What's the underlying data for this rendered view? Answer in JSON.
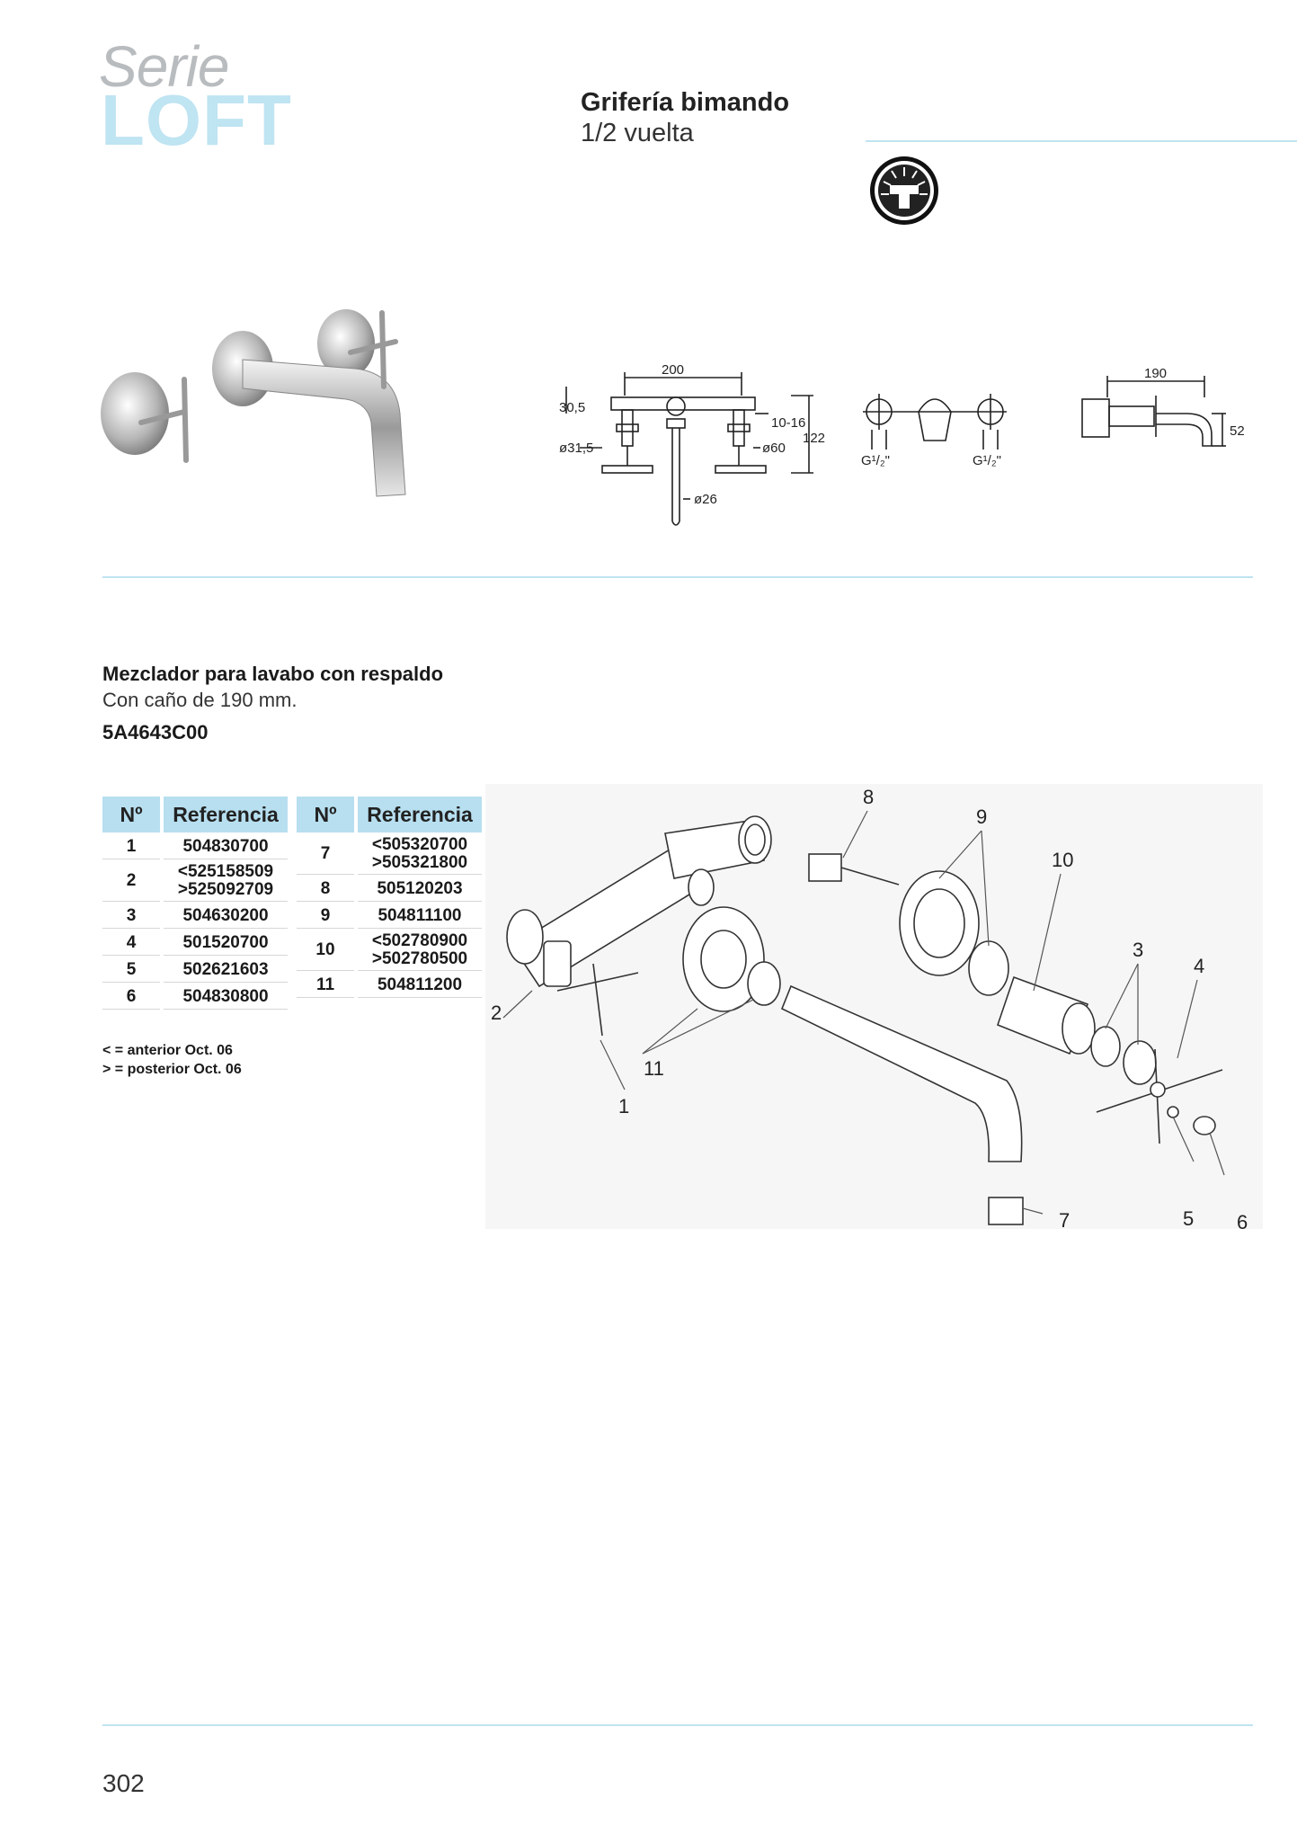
{
  "header": {
    "serie": "Serie",
    "brand": "LOFT",
    "title": "Grifería bimando",
    "subtitle": "1/2 vuelta"
  },
  "dimensions": {
    "d200": "200",
    "d30_5": "30,5",
    "d10_16": "10-16",
    "d122": "122",
    "d31_5": "ø31,5",
    "d60": "ø60",
    "d26": "ø26",
    "g1": "G¹/₂\"",
    "g2": "G¹/₂\"",
    "d190": "190",
    "d52": "52"
  },
  "product": {
    "title": "Mezclador para lavabo con respaldo",
    "subtitle": "Con caño de 190 mm.",
    "code": "5A4643C00"
  },
  "table": {
    "headers": {
      "n1": "Nº",
      "ref1": "Referencia",
      "n2": "Nº",
      "ref2": "Referencia"
    },
    "left": [
      {
        "n": "1",
        "ref": "504830700"
      },
      {
        "n": "2",
        "ref": "<525158509\n>525092709"
      },
      {
        "n": "3",
        "ref": "504630200"
      },
      {
        "n": "4",
        "ref": "501520700"
      },
      {
        "n": "5",
        "ref": "502621603"
      },
      {
        "n": "6",
        "ref": "504830800"
      }
    ],
    "right": [
      {
        "n": "7",
        "ref": "<505320700\n>505321800"
      },
      {
        "n": "8",
        "ref": "505120203"
      },
      {
        "n": "9",
        "ref": "504811100"
      },
      {
        "n": "10",
        "ref": "<502780900\n>502780500"
      },
      {
        "n": "11",
        "ref": "504811200"
      }
    ]
  },
  "notes": {
    "before": "< = anterior Oct. 06",
    "after": "> = posterior Oct. 06"
  },
  "callouts": [
    "1",
    "2",
    "3",
    "4",
    "5",
    "6",
    "7",
    "8",
    "9",
    "10",
    "11"
  ],
  "page_number": "302"
}
